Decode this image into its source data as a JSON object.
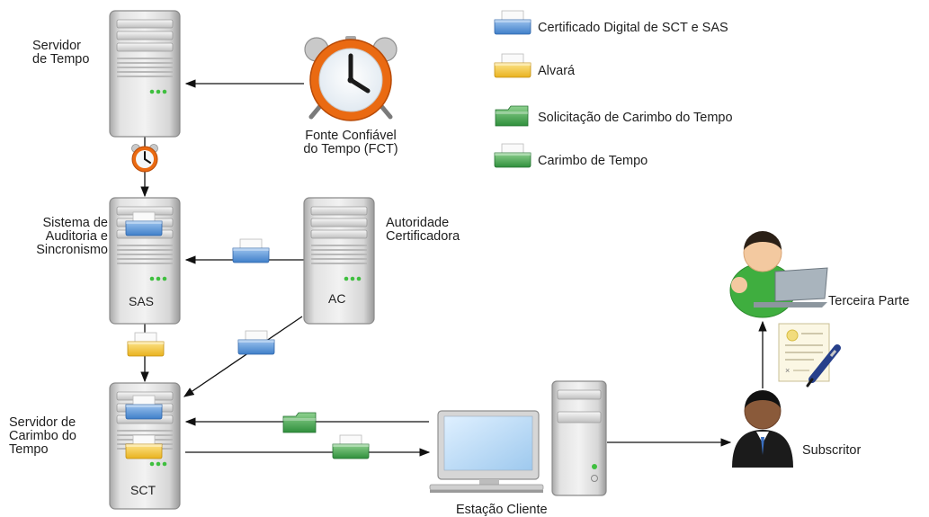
{
  "legend": {
    "items": [
      {
        "label": "Certificado Digital de SCT e SAS",
        "icon": "blue-document-icon",
        "color": "#5b95d6"
      },
      {
        "label": "Alvará",
        "icon": "yellow-document-icon",
        "color": "#f2c230"
      },
      {
        "label": "Solicitação de Carimbo do Tempo",
        "icon": "green-folder-icon",
        "color": "#3fa34d"
      },
      {
        "label": "Carimbo de Tempo",
        "icon": "green-document-icon",
        "color": "#3fa34d"
      }
    ]
  },
  "nodes": {
    "time_server": {
      "label": "Servidor\nde Tempo"
    },
    "fct": {
      "label": "Fonte Confiável\ndo Tempo (FCT)"
    },
    "sas": {
      "label": "Sistema de\nAuditoria e\nSincronismo",
      "tag": "SAS"
    },
    "ac": {
      "label": "Autoridade\nCertificadora",
      "tag": "AC"
    },
    "sct": {
      "label": "Servidor de\nCarimbo do\nTempo",
      "tag": "SCT"
    },
    "client": {
      "label": "Estação Cliente"
    },
    "subscriber": {
      "label": "Subscritor"
    },
    "third_party": {
      "label": "Terceira Parte"
    }
  }
}
